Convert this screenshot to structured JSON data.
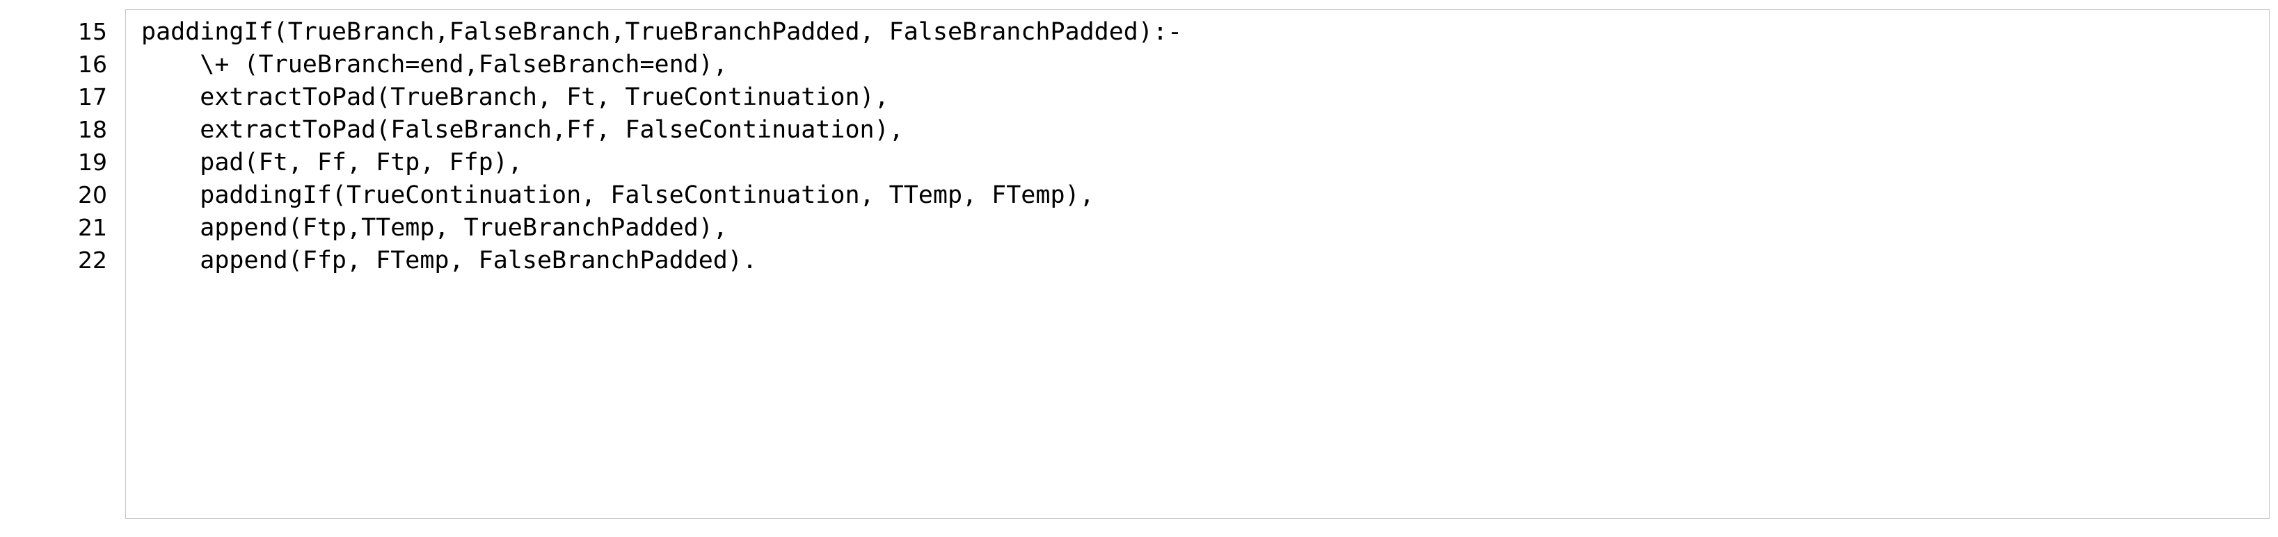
{
  "listing": {
    "language": "prolog",
    "background_color": "#ffffff",
    "text_color": "#000000",
    "border_color": "#c8c8c8",
    "first_line_number": 15,
    "last_line_number": 22,
    "lines": [
      {
        "number": "15",
        "code": "paddingIf(TrueBranch,FalseBranch,TrueBranchPadded, FalseBranchPadded):-"
      },
      {
        "number": "16",
        "code": "    \\+ (TrueBranch=end,FalseBranch=end),"
      },
      {
        "number": "17",
        "code": "    extractToPad(TrueBranch, Ft, TrueContinuation),"
      },
      {
        "number": "18",
        "code": "    extractToPad(FalseBranch,Ff, FalseContinuation),"
      },
      {
        "number": "19",
        "code": "    pad(Ft, Ff, Ftp, Ffp),"
      },
      {
        "number": "20",
        "code": "    paddingIf(TrueContinuation, FalseContinuation, TTemp, FTemp),"
      },
      {
        "number": "21",
        "code": "    append(Ftp,TTemp, TrueBranchPadded),"
      },
      {
        "number": "22",
        "code": "    append(Ffp, FTemp, FalseBranchPadded)."
      }
    ]
  }
}
